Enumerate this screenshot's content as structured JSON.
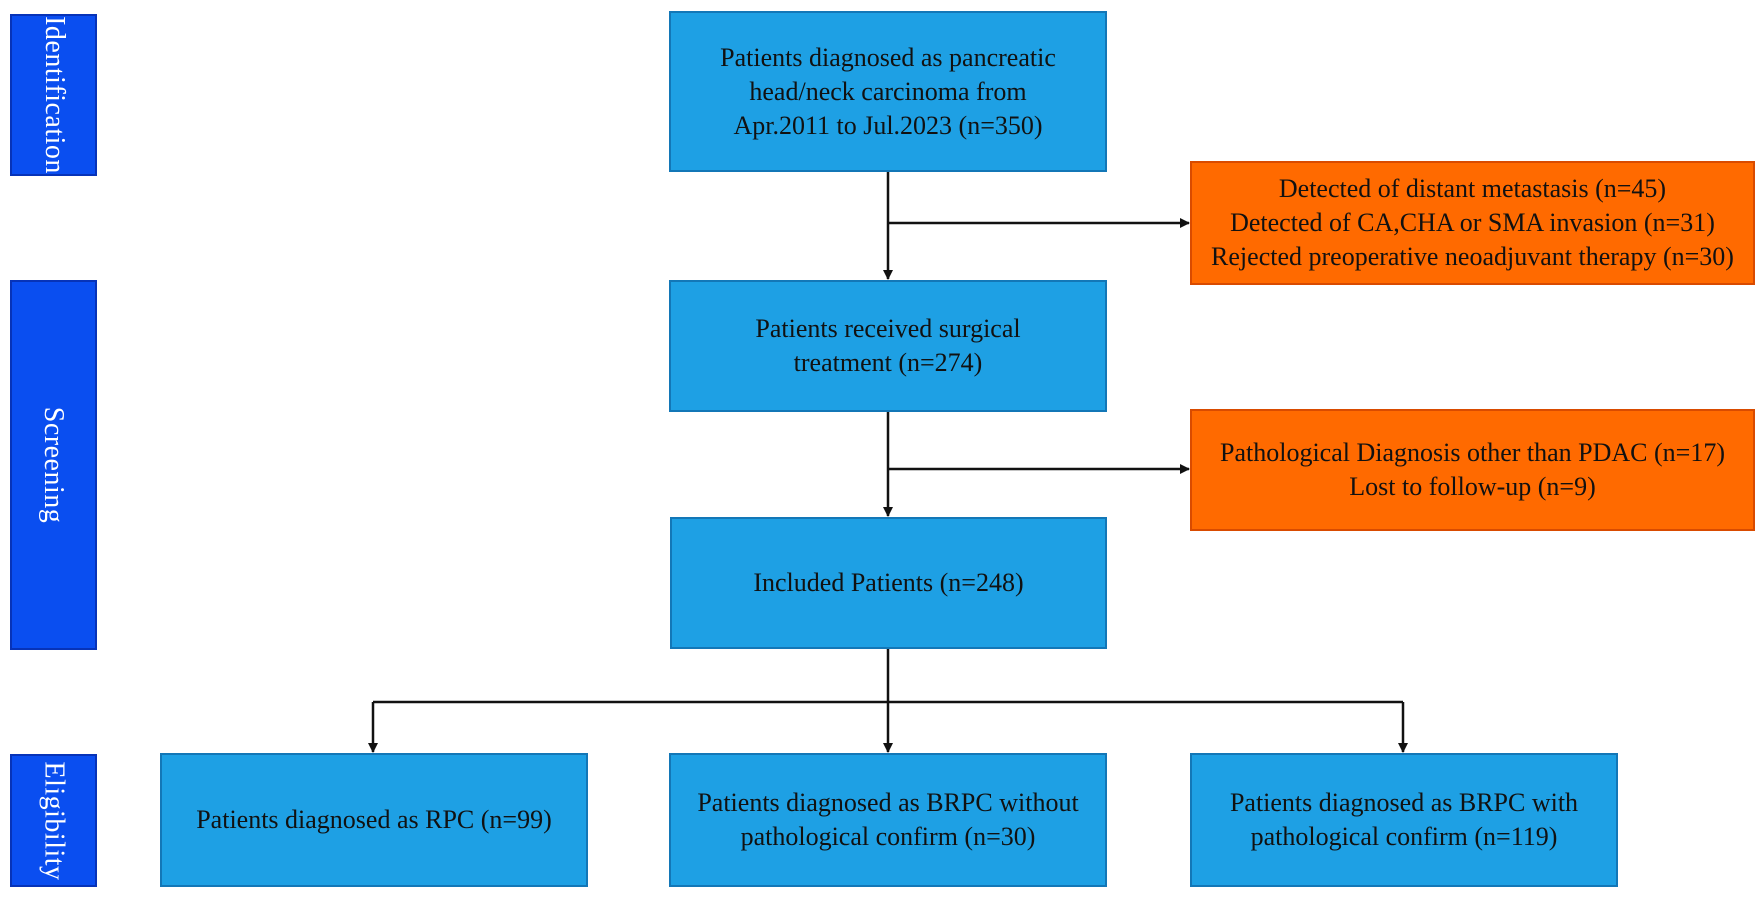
{
  "stages": {
    "identification": "Identification",
    "screening": "Screening",
    "eligibility": "Eligibility"
  },
  "boxes": {
    "diagnosed": [
      "Patients diagnosed as pancreatic",
      "head/neck carcinoma from",
      "Apr.2011 to Jul.2023 (n=350)"
    ],
    "excluded_first": [
      "Detected of distant metastasis (n=45)",
      "Detected of CA,CHA or SMA invasion (n=31)",
      "Rejected preoperative neoadjuvant therapy (n=30)"
    ],
    "surgical": [
      "Patients received surgical",
      "treatment (n=274)"
    ],
    "excluded_second": [
      "Pathological Diagnosis other than PDAC (n=17)",
      "Lost to follow-up (n=9)"
    ],
    "included": [
      "Included Patients (n=248)"
    ],
    "rpc": [
      "Patients diagnosed as RPC (n=99)"
    ],
    "brpc_without": [
      "Patients diagnosed as BRPC without",
      "pathological confirm (n=30)"
    ],
    "brpc_with": [
      "Patients diagnosed as BRPC with",
      "pathological confirm (n=119)"
    ]
  },
  "colors": {
    "stage_fill": "#0a4ef0",
    "main_fill": "#1ea0e4",
    "exclusion_fill": "#ff6a00",
    "arrow": "#111111"
  }
}
